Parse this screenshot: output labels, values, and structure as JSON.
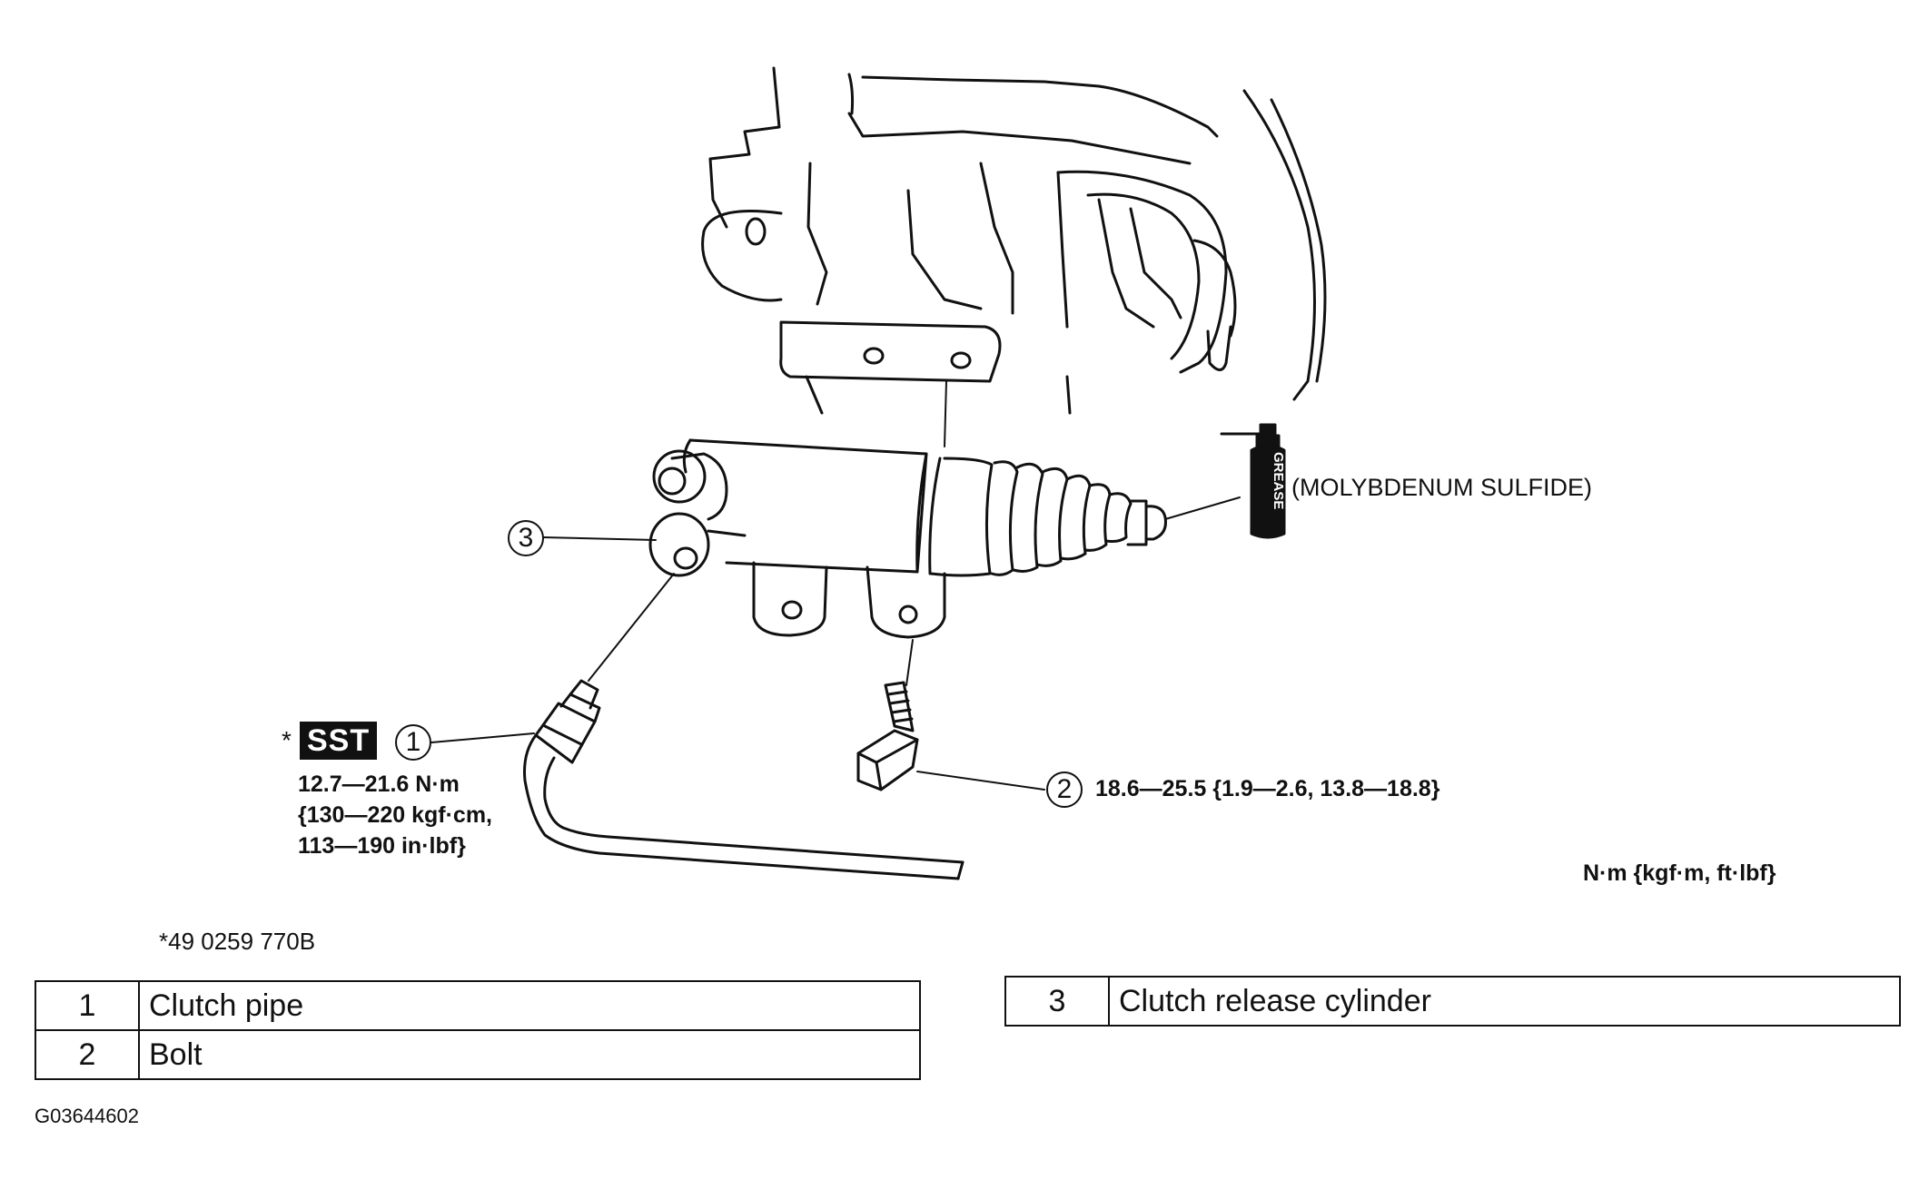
{
  "callouts": {
    "c1": "1",
    "c2": "2",
    "c3": "3"
  },
  "sst": {
    "marker": "*",
    "label": "SST"
  },
  "torque_pipe": [
    "12.7—21.6 N·m",
    "{130—220 kgf·cm,",
    "113—190 in·lbf}"
  ],
  "torque_bolt": "18.6—25.5 {1.9—2.6, 13.8—18.8}",
  "grease": {
    "can_label": "GREASE",
    "note": "(MOLYBDENUM SULFIDE)"
  },
  "units_note": "N·m {kgf·m, ft·lbf}",
  "sst_part_number": "*49 0259 770B",
  "parts_table": [
    {
      "num": "1",
      "name": "Clutch pipe"
    },
    {
      "num": "2",
      "name": "Bolt"
    },
    {
      "num": "3",
      "name": "Clutch release cylinder"
    }
  ],
  "figure_id": "G03644602"
}
